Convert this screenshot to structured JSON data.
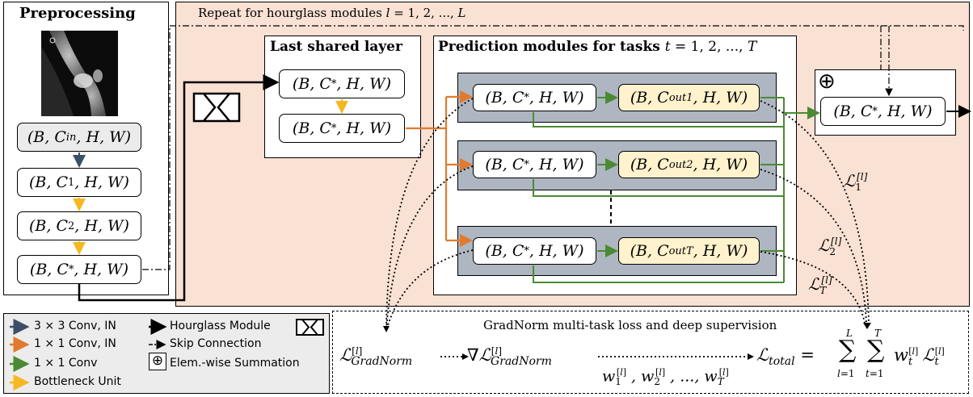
{
  "preprocessing": {
    "title": "Preprocessing",
    "boxes": [
      "(B, C_in, H, W)",
      "(B, C₁, H, W)",
      "(B, C₂, H, W)",
      "(B, C*, H, W)"
    ]
  },
  "repeat_label": "Repeat for hourglass modules l = 1, 2, ..., L",
  "shared": {
    "title": "Last shared layer",
    "boxes": [
      "(B, C*, H, W)",
      "(B, C*, H, W)"
    ]
  },
  "prediction": {
    "title": "Prediction modules for tasks",
    "title_math": "t = 1, 2, ..., T",
    "tasks": [
      {
        "input": "(B, C*, H, W)",
        "output": "(B, C_out1, H, W)"
      },
      {
        "input": "(B, C*, H, W)",
        "output": "(B, C_out2, H, W)"
      },
      {
        "input": "(B, C*, H, W)",
        "output": "(B, C_outT, H, W)"
      }
    ]
  },
  "sum_block": {
    "symbol": "⊕",
    "box": "(B, C*, H, W)"
  },
  "losses": [
    "ℒ₁^[l]",
    "ℒ₂^[l]",
    "ℒ_T^[l]"
  ],
  "legend": {
    "items": [
      {
        "label": "3 × 3 Conv, IN",
        "color": "#3c4f66"
      },
      {
        "label": "1 × 1 Conv, IN",
        "color": "#e07a2e"
      },
      {
        "label": "1 × 1 Conv",
        "color": "#4b8a33"
      },
      {
        "label": "Bottleneck Unit",
        "color": "#f5b820"
      },
      {
        "label": "Hourglass Module",
        "color": "#000000"
      },
      {
        "label": "Skip Connection",
        "color": "#000000"
      },
      {
        "label": "Elem.-wise Summation",
        "color": "#000000"
      }
    ]
  },
  "gradnorm": {
    "title": "GradNorm multi-task loss and deep supervision",
    "loss_gradnorm": "ℒ_GradNorm^[l]",
    "grad_loss": "∇ℒ_GradNorm^[l]",
    "weights": "w₁^[l], w₂^[l], ..., w_T^[l]",
    "total": "ℒ_total = Σ_{l=1}^{L} Σ_{t=1}^{T} w_t^[l] ℒ_t^[l]"
  }
}
